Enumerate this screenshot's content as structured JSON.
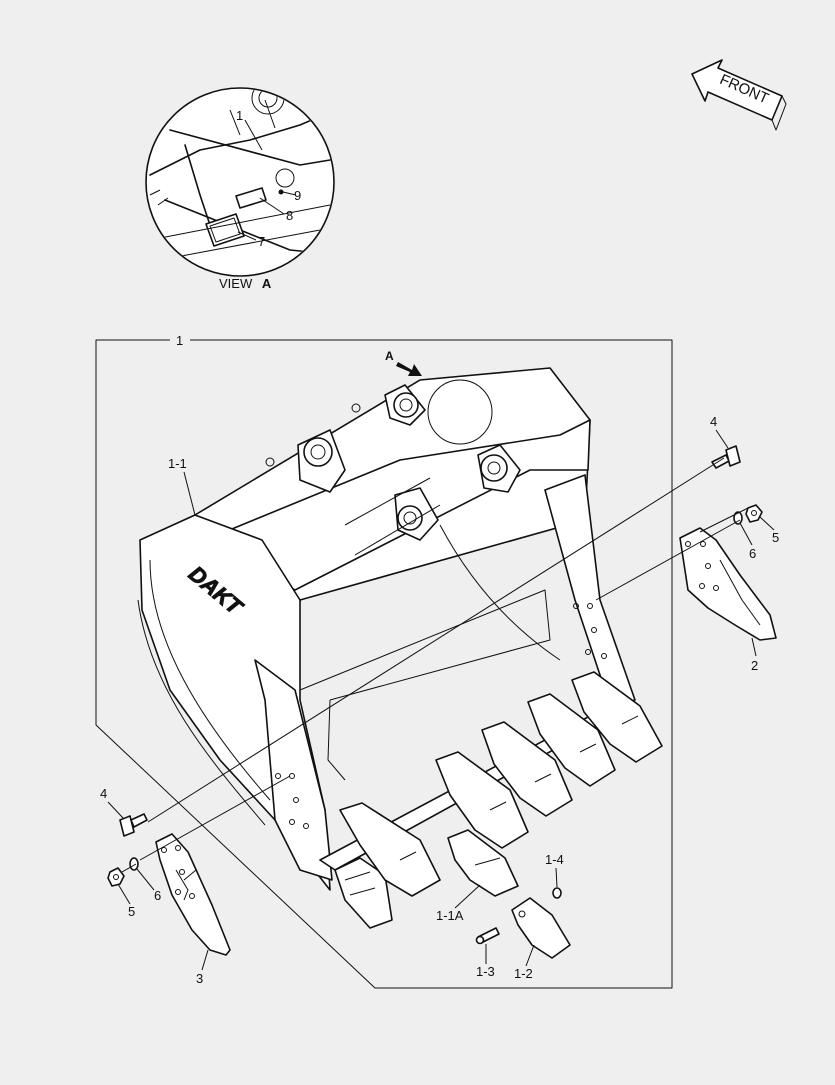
{
  "direction_arrow": {
    "text": "FRONT"
  },
  "view_detail": {
    "caption": "VIEW",
    "caption_letter": "A"
  },
  "view_marker": {
    "letter": "A"
  },
  "callouts": [
    {
      "id": "1"
    },
    {
      "id": "1-1"
    },
    {
      "id": "1-1A"
    },
    {
      "id": "1-2"
    },
    {
      "id": "1-3"
    },
    {
      "id": "1-4"
    },
    {
      "id": "2"
    },
    {
      "id": "3"
    },
    {
      "id": "4"
    },
    {
      "id": "5"
    },
    {
      "id": "6"
    },
    {
      "id": "7"
    },
    {
      "id": "8"
    },
    {
      "id": "9"
    }
  ],
  "labels": {
    "frame": "1",
    "view_1": "1",
    "view_7": "7",
    "view_8": "8",
    "view_9": "9",
    "bucket": "1-1",
    "tooth_1_1a": "1-1A",
    "adapter_1_2": "1-2",
    "pin_1_3": "1-3",
    "lock_1_4": "1-4",
    "cutter_r_2": "2",
    "cutter_l_3": "3",
    "bolt_r_4": "4",
    "bolt_l_4": "4",
    "nut_r_5": "5",
    "nut_l_5": "5",
    "washer_r_6": "6",
    "washer_l_6": "6"
  },
  "brand_mark": "DAKT"
}
